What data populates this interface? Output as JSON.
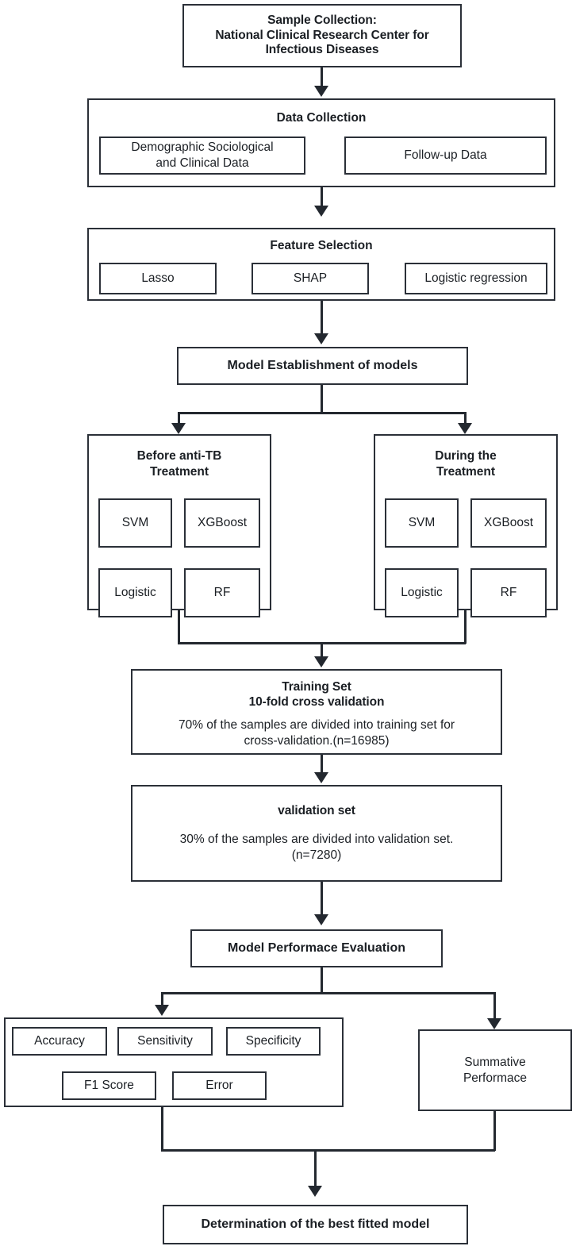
{
  "diagram": {
    "title_implicit": "Study workflow flowchart",
    "nodes": {
      "sample_collection": {
        "line1": "Sample Collection:",
        "line2": "National Clinical Research Center for",
        "line3": "Infectious Diseases"
      },
      "data_collection": {
        "heading": "Data Collection",
        "items": [
          {
            "line1": "Demographic Sociological",
            "line2": "and Clinical Data"
          },
          {
            "line1": "Follow-up Data",
            "line2": ""
          }
        ]
      },
      "feature_selection": {
        "heading": "Feature Selection",
        "items": [
          "Lasso",
          "SHAP",
          "Logistic regression"
        ]
      },
      "model_establishment": {
        "heading": "Model Establishment of models"
      },
      "branch_left": {
        "heading_line1": "Before anti-TB",
        "heading_line2": "Treatment",
        "models": [
          "SVM",
          "XGBoost",
          "Logistic",
          "RF"
        ]
      },
      "branch_right": {
        "heading_line1": "During the",
        "heading_line2": "Treatment",
        "models": [
          "SVM",
          "XGBoost",
          "Logistic",
          "RF"
        ]
      },
      "training_set": {
        "heading_line1": "Training Set",
        "heading_line2": "10-fold cross validation",
        "body_line1": "70% of the samples are divided into training set for",
        "body_line2": "cross-validation.(n=16985)"
      },
      "validation_set": {
        "heading": "validation set",
        "body_line1": "30% of the samples are divided into validation set.",
        "body_line2": "(n=7280)"
      },
      "evaluation": {
        "heading": "Model Performace Evaluation"
      },
      "metrics": {
        "row1": [
          "Accuracy",
          "Sensitivity",
          "Specificity"
        ],
        "row2": [
          "F1 Score",
          "Error"
        ]
      },
      "summative": {
        "line1": "Summative",
        "line2": "Performace"
      },
      "final": {
        "heading": "Determination of the best fitted model"
      }
    },
    "colors": {
      "stroke": "#2b3038",
      "connector": "#23282f",
      "background": "#ffffff",
      "text": "#1b1f24"
    }
  }
}
